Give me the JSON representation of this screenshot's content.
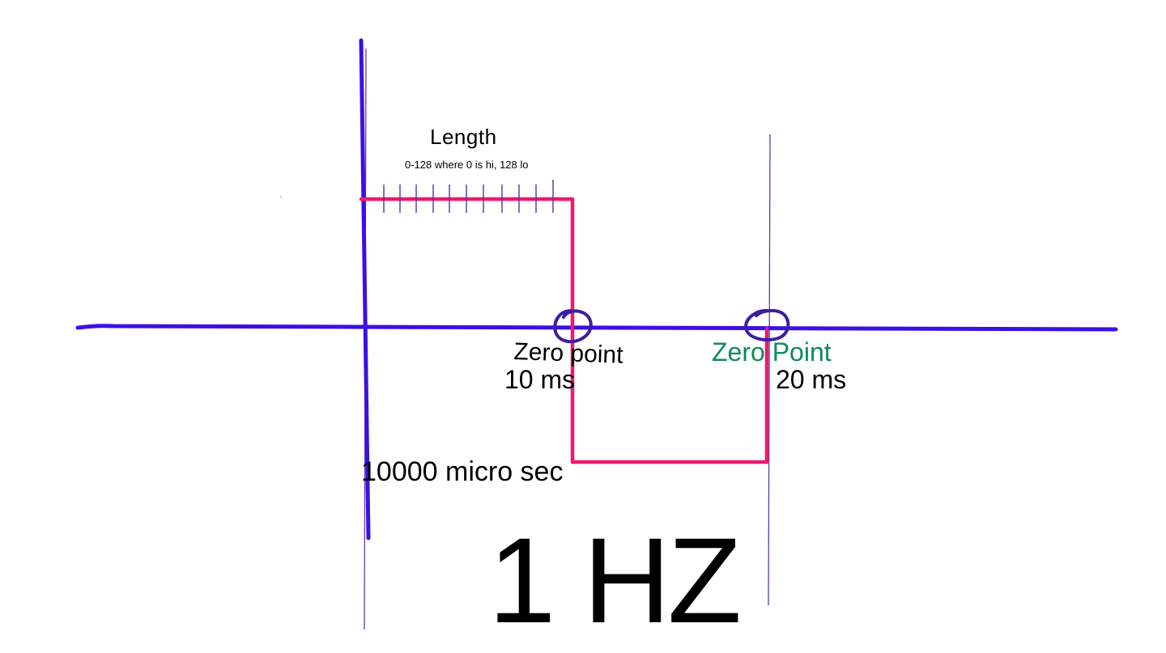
{
  "labels": {
    "length_title": "Length",
    "length_note": "0-128 where 0 is hi, 128 lo",
    "zero_point_1": "Zero point",
    "ms_10": "10 ms",
    "zero_point_2": "Zero Point",
    "ms_20": "20 ms",
    "micro_sec": "10000 micro sec",
    "frequency": "1 HZ"
  },
  "colors": {
    "axis": "#3a10e5",
    "wave": "#f0186c",
    "guide": "#5a3ca8",
    "ticks": "#4a3a9a",
    "zero_marker": "#3b1ea0",
    "zero_point_2_text": "#0e8a5a",
    "text": "#000000"
  }
}
